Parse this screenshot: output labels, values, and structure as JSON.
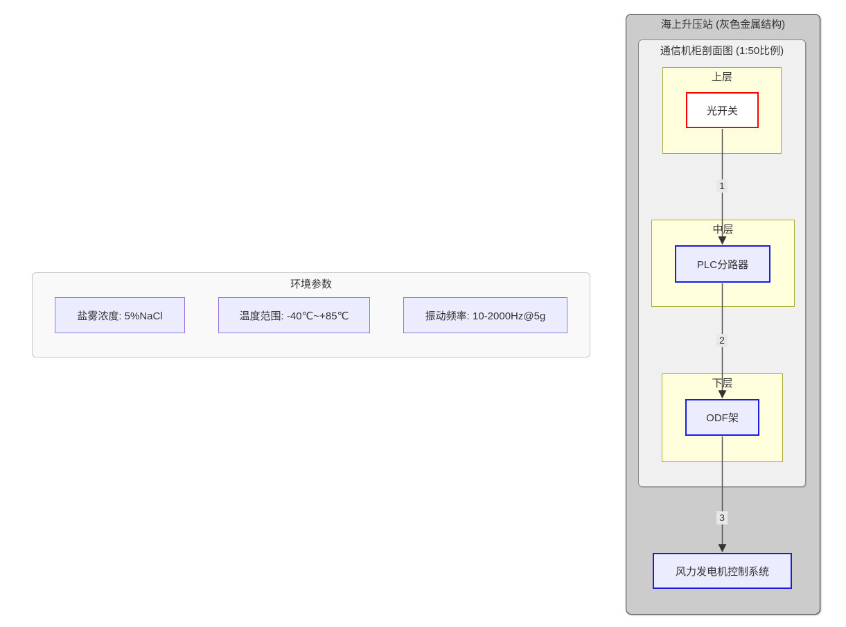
{
  "diagram": {
    "station": {
      "title": "海上升压站 (灰色金属结构)"
    },
    "cabinet": {
      "title": "通信机柜剖面图 (1:50比例)"
    },
    "layers": [
      {
        "label": "上层",
        "device": "光开关"
      },
      {
        "label": "中层",
        "device": "PLC分路器"
      },
      {
        "label": "下层",
        "device": "ODF架"
      }
    ],
    "control_device": "风力发电机控制系统",
    "edges": [
      {
        "label": "1"
      },
      {
        "label": "2"
      },
      {
        "label": "3"
      }
    ]
  },
  "environment": {
    "title": "环境参数",
    "params": [
      "盐雾浓度: 5%NaCl",
      "温度范围: -40℃~+85℃",
      "振动频率: 10-2000Hz@5g"
    ]
  },
  "colors": {
    "station_fill": "#cccccc",
    "cabinet_fill": "#f0f0f0",
    "layer_fill": "#ffffde",
    "layer_border": "#aaaa33",
    "optical_border": "#ff0000",
    "device_fill": "#ececff",
    "device_border": "#1a1ae0",
    "env_fill": "#f9f9f9",
    "env_node_border": "#9370db",
    "edge_color": "#555555"
  }
}
